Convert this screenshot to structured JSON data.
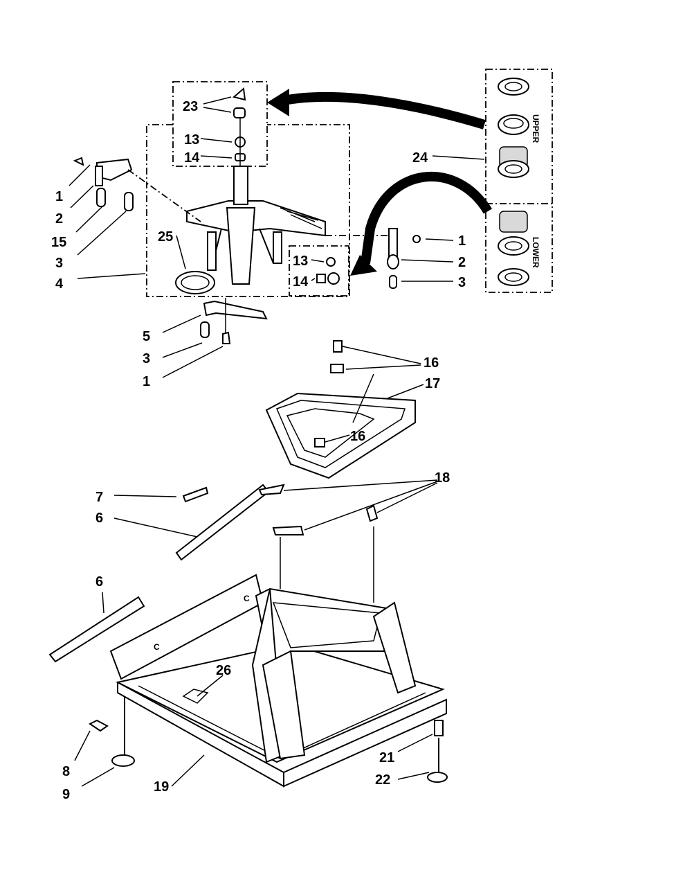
{
  "labels": {
    "l1a": "1",
    "l2a": "2",
    "l15": "15",
    "l3a": "3",
    "l4": "4",
    "l25": "25",
    "l23": "23",
    "l13a": "13",
    "l14a": "14",
    "l24": "24",
    "l1b": "1",
    "l2b": "2",
    "l3b": "3",
    "l13b": "13",
    "l14b": "14",
    "l5": "5",
    "l3c": "3",
    "l1c": "1",
    "l16a": "16",
    "l17": "17",
    "l16b": "16",
    "l7": "7",
    "l6a": "6",
    "l18": "18",
    "l6b": "6",
    "l26": "26",
    "l8": "8",
    "l9": "9",
    "l19": "19",
    "l21": "21",
    "l22": "22"
  },
  "inset": {
    "upper": "UPPER",
    "lower": "LOWER"
  },
  "markings": {
    "c1": "C",
    "c2": "C"
  }
}
